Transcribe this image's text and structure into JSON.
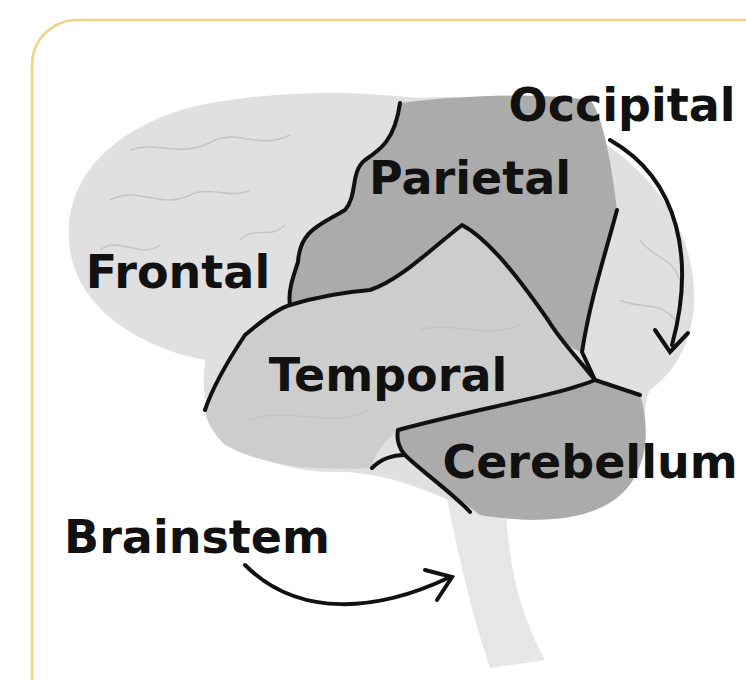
{
  "diagram": {
    "labels": [
      "Occipital",
      "Parietal",
      "Frontal",
      "Temporal",
      "Cerebellum",
      "Brainstem"
    ]
  }
}
